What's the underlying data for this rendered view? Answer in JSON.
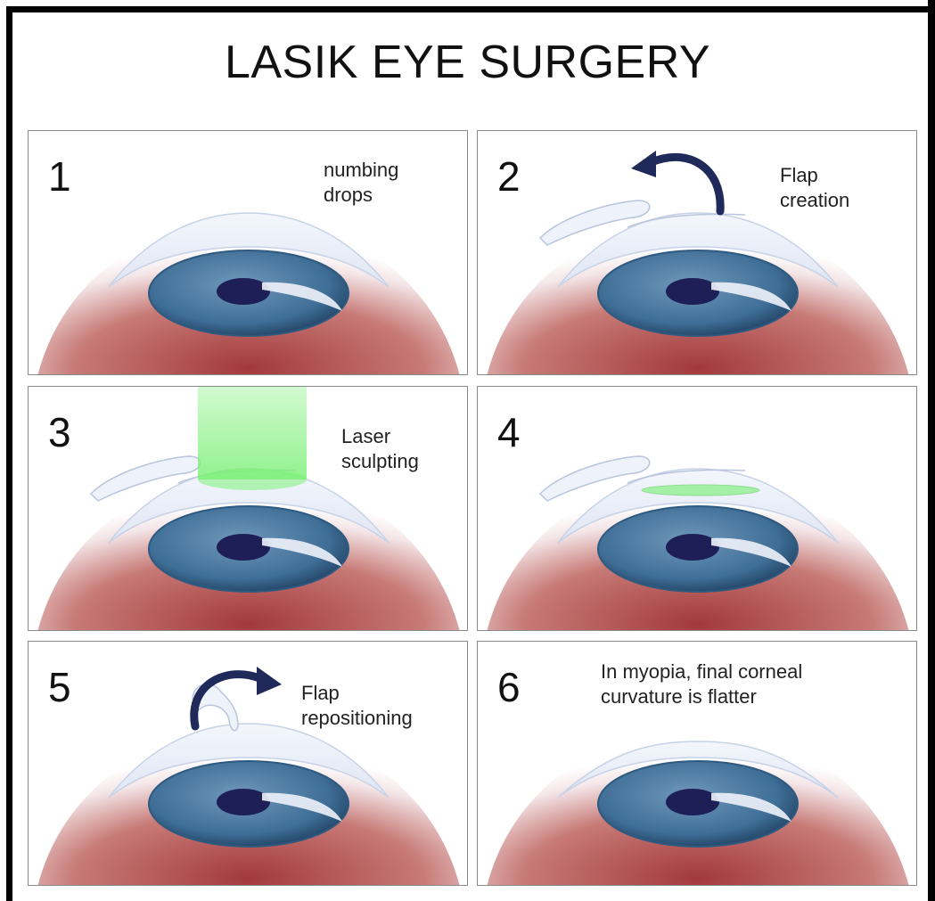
{
  "title": "LASIK EYE SURGERY",
  "colors": {
    "skin": "#a3393c",
    "iris": "#3f6e96",
    "pupil": "#1f1f57",
    "cornea": "#dfe6f4",
    "arrow": "#1f2a5a",
    "laser": "#7ef07a"
  },
  "steps": [
    {
      "number": "1",
      "caption": "numbing\ndrops",
      "cornea": "normal",
      "flap": "none",
      "arrow": "none",
      "laser": "none"
    },
    {
      "number": "2",
      "caption": "Flap\ncreation",
      "cornea": "normal",
      "flap": "lifted",
      "arrow": "left",
      "laser": "none"
    },
    {
      "number": "3",
      "caption": "Laser\nsculpting",
      "cornea": "normal",
      "flap": "lifted",
      "arrow": "none",
      "laser": "beam"
    },
    {
      "number": "4",
      "caption": "",
      "cornea": "normal",
      "flap": "lifted",
      "arrow": "none",
      "laser": "treated-zone"
    },
    {
      "number": "5",
      "caption": "Flap\nrepositioning",
      "cornea": "normal",
      "flap": "returning",
      "arrow": "right",
      "laser": "none"
    },
    {
      "number": "6",
      "caption": "In myopia, final corneal\ncurvature is flatter",
      "cornea": "flat",
      "flap": "none",
      "arrow": "none",
      "laser": "none"
    }
  ]
}
